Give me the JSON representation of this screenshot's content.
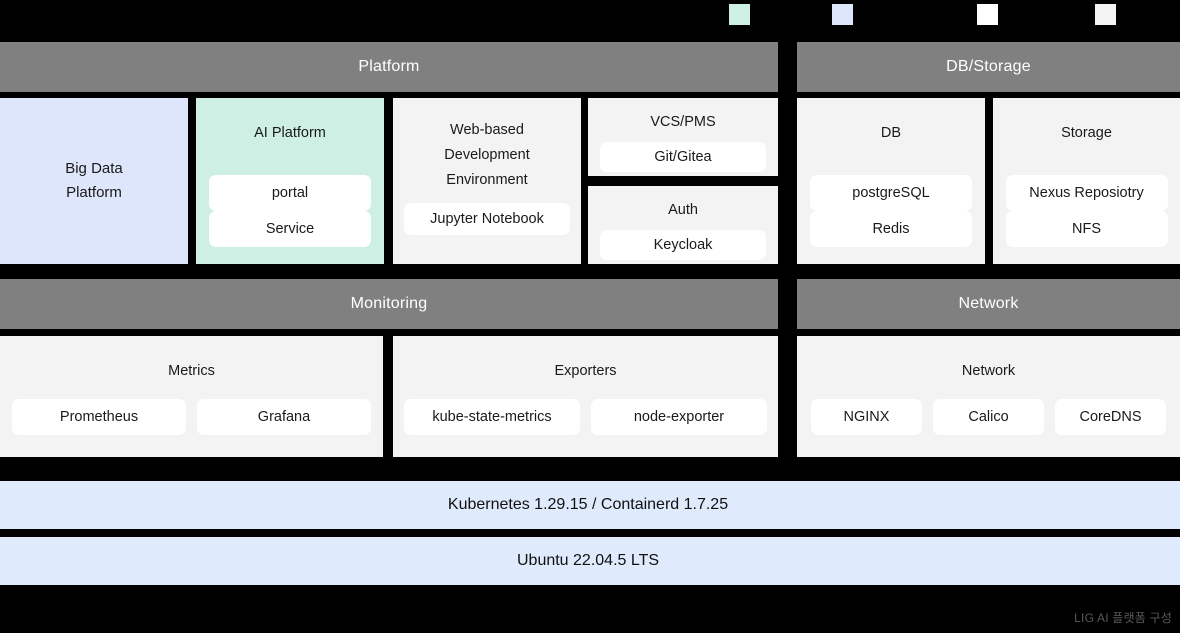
{
  "legend": {
    "swatches": [
      {
        "name": "ai-platform-swatch",
        "color": "#cdefe4"
      },
      {
        "name": "big-data-swatch",
        "color": "#dde6fa"
      },
      {
        "name": "component-swatch",
        "color": "#ffffff"
      },
      {
        "name": "group-swatch",
        "color": "#f3f3f3"
      }
    ]
  },
  "sections": {
    "platform": {
      "title": "Platform"
    },
    "db_storage": {
      "title": "DB/Storage"
    },
    "monitoring": {
      "title": "Monitoring"
    },
    "network": {
      "title": "Network"
    }
  },
  "platform": {
    "big_data": {
      "line1": "Big Data",
      "line2": "Platform"
    },
    "ai_platform": {
      "title": "AI Platform",
      "items": [
        "portal",
        "Service"
      ]
    },
    "web_dev": {
      "line1": "Web-based",
      "line2": "Development",
      "line3": "Environment",
      "items": [
        "Jupyter Notebook"
      ]
    },
    "vcs_pms": {
      "title": "VCS/PMS",
      "items": [
        "Git/Gitea"
      ]
    },
    "auth": {
      "title": "Auth",
      "items": [
        "Keycloak"
      ]
    }
  },
  "db_storage": {
    "db": {
      "title": "DB",
      "items": [
        "postgreSQL",
        "Redis"
      ]
    },
    "storage": {
      "title": "Storage",
      "items": [
        "Nexus Reposiotry",
        "NFS"
      ]
    }
  },
  "monitoring": {
    "metrics": {
      "title": "Metrics",
      "items": [
        "Prometheus",
        "Grafana"
      ]
    },
    "exporters": {
      "title": "Exporters",
      "items": [
        "kube-state-metrics",
        "node-exporter"
      ]
    }
  },
  "network": {
    "group": {
      "title": "Network",
      "items": [
        "NGINX",
        "Calico",
        "CoreDNS"
      ]
    }
  },
  "infrastructure": {
    "runtime": "Kubernetes 1.29.15 / Containerd 1.7.25",
    "os": "Ubuntu 22.04.5 LTS"
  },
  "footer": {
    "caption": "LIG AI 플랫폼 구성"
  },
  "colors": {
    "background": "#000000",
    "band": "#808080",
    "panel": "#f3f3f3",
    "chip": "#ffffff",
    "big_data": "#dde6fa",
    "ai_platform": "#cdefe4",
    "infra_bar": "#dfeafc",
    "footer_text": "#58595b"
  }
}
